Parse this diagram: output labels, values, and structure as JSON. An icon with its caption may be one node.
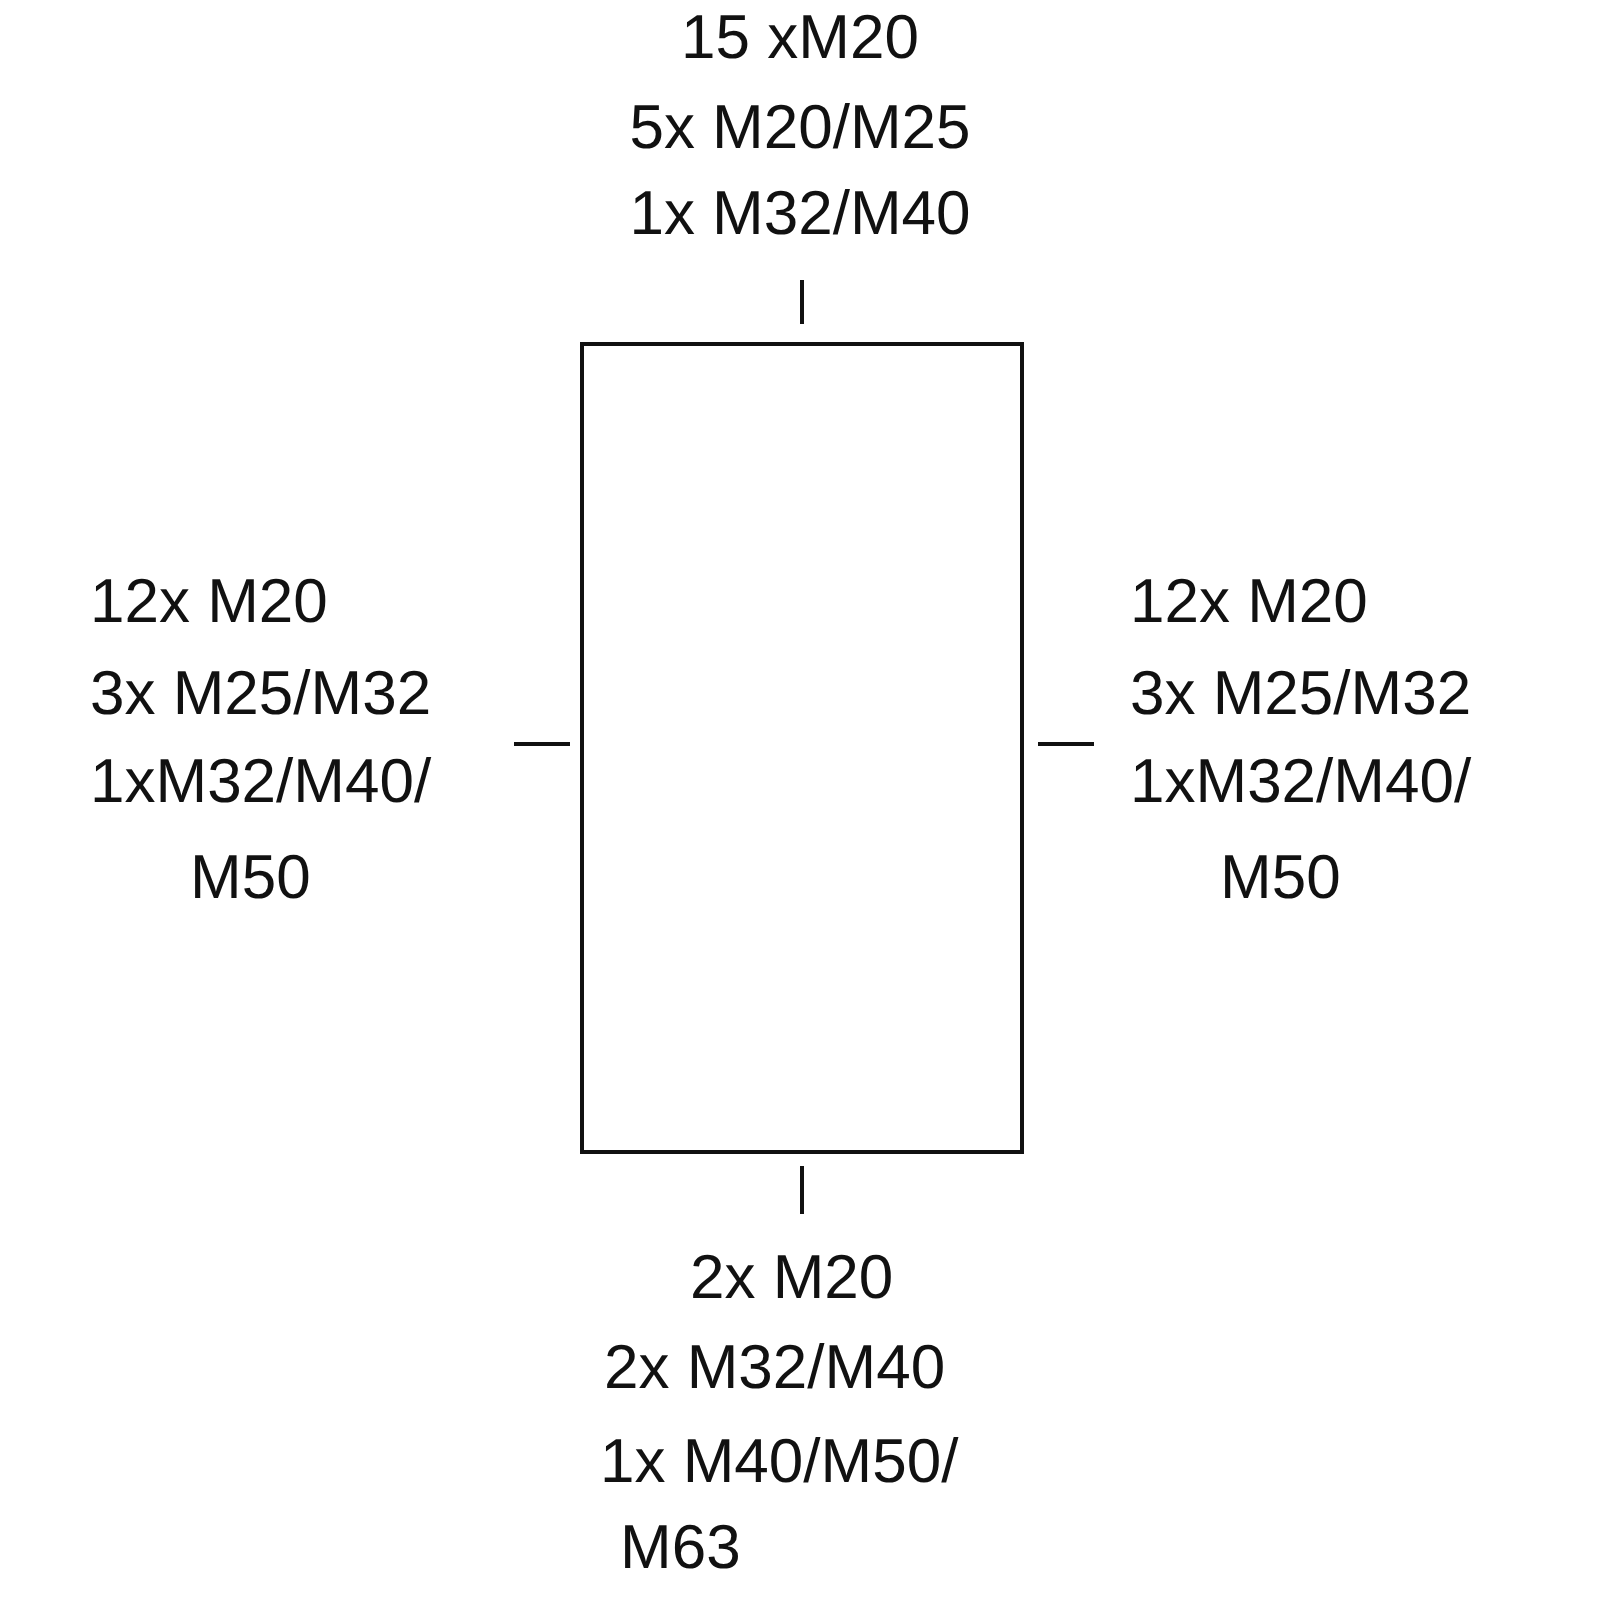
{
  "diagram": {
    "nodes": [
      {
        "text": [],
        "shape": "box"
      }
    ],
    "labels": [
      "15 xM20",
      "5x M20/M25",
      "1x M32/M40",
      "12x M20",
      "3x M25/M32",
      "1xM32/M40/",
      "M50",
      "12x M20",
      "3x M25/M32",
      "1xM32/M40/",
      "M50",
      "2x M20",
      "2x M32/M40",
      "1x M40/M50/",
      "M63"
    ]
  }
}
